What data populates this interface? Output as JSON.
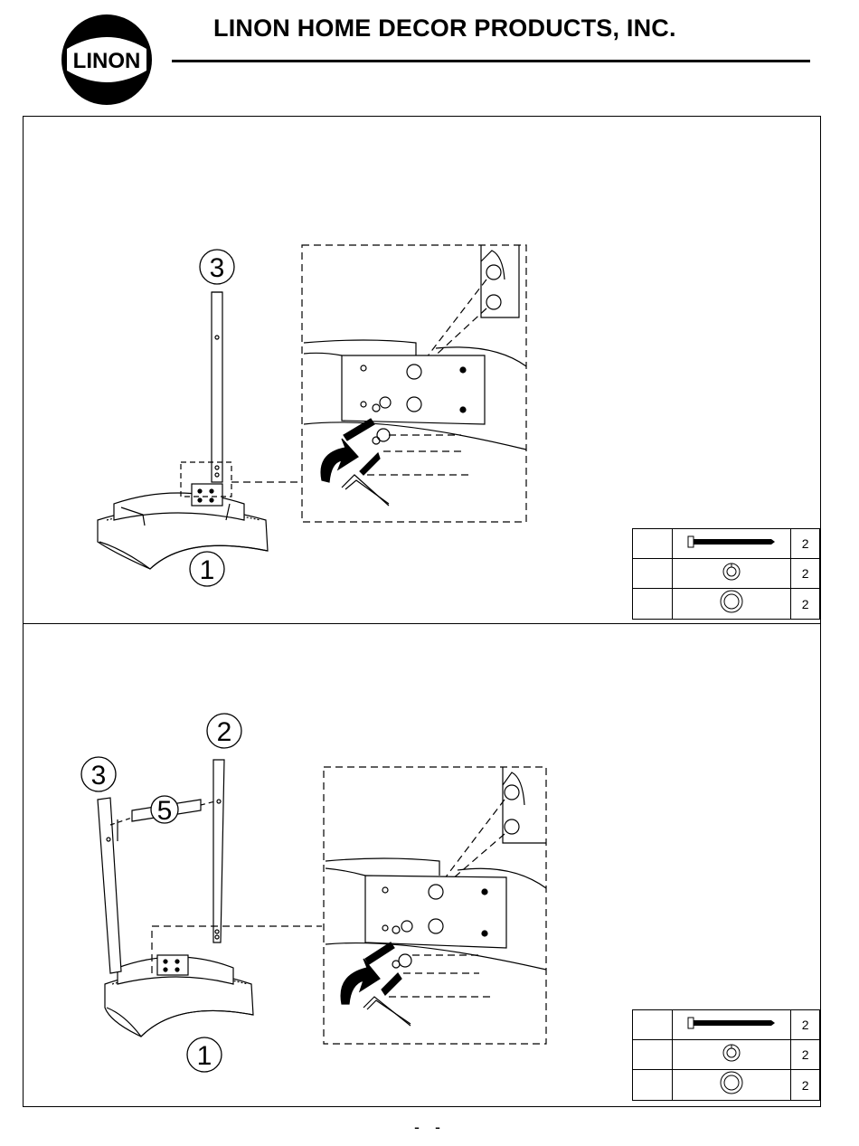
{
  "header": {
    "logo_text": "LINON",
    "company": "LINON HOME DECOR PRODUCTS, INC."
  },
  "step1": {
    "callouts": {
      "back_post": "3",
      "seat": "1"
    },
    "parts": [
      {
        "icon": "long-bolt-icon",
        "qty": "2"
      },
      {
        "icon": "spring-washer-icon",
        "qty": "2"
      },
      {
        "icon": "flat-washer-icon",
        "qty": "2"
      }
    ]
  },
  "step2": {
    "callouts": {
      "right_post": "2",
      "left_post": "3",
      "rail": "5",
      "seat": "1"
    },
    "parts": [
      {
        "icon": "long-bolt-icon",
        "qty": "2"
      },
      {
        "icon": "spring-washer-icon",
        "qty": "2"
      },
      {
        "icon": "flat-washer-icon",
        "qty": "2"
      }
    ]
  },
  "footer": {
    "page_number": "- -"
  }
}
